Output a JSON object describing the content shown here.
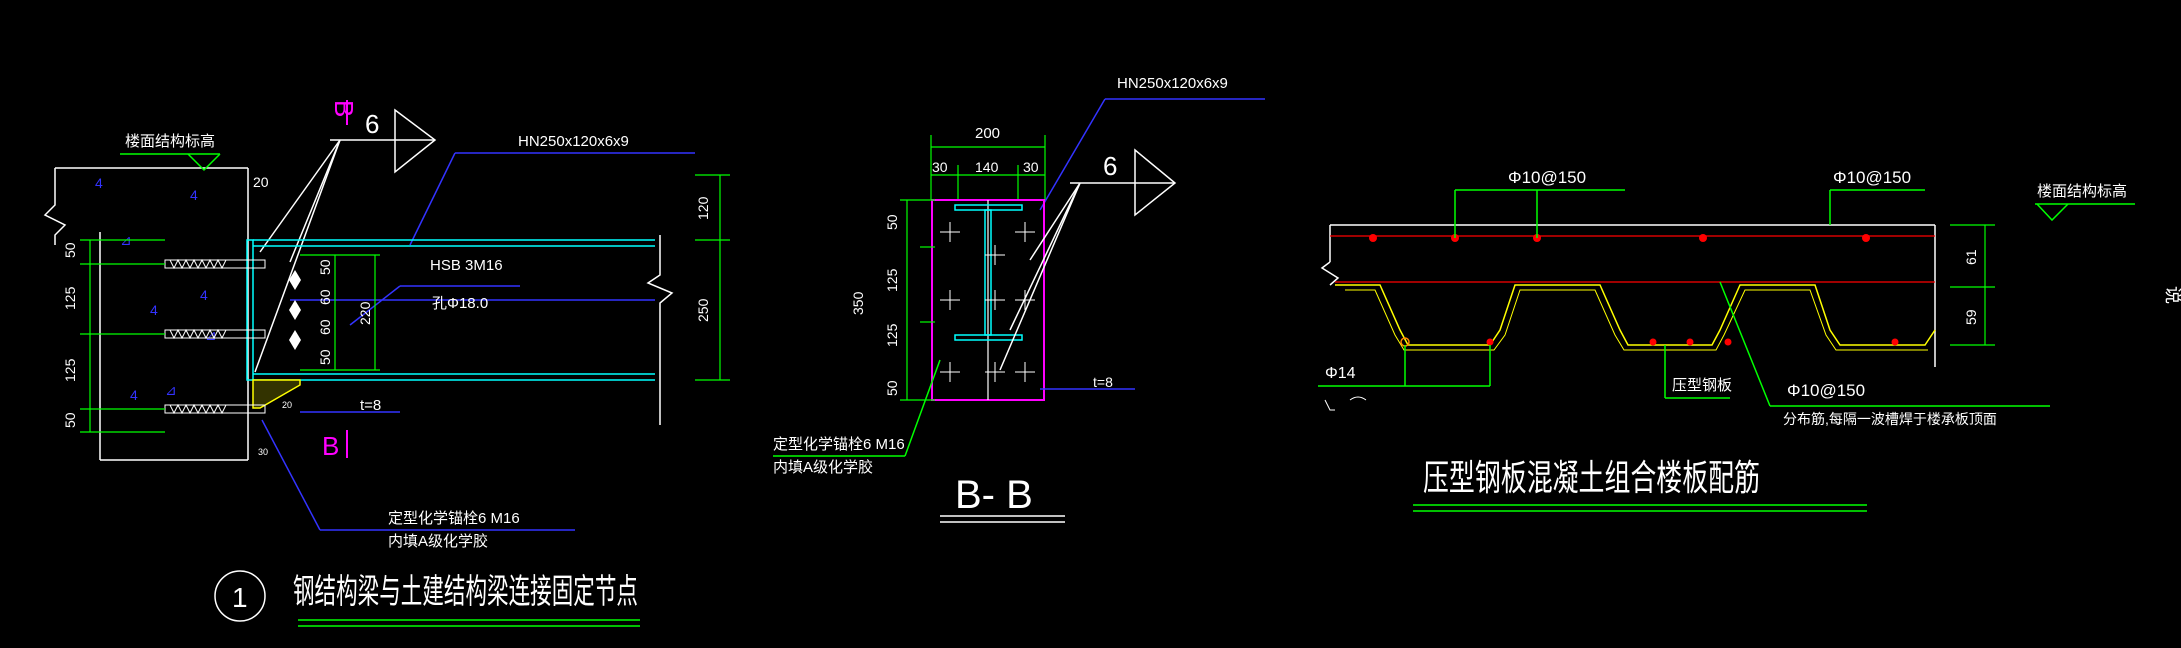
{
  "colors": {
    "background": "#000000",
    "dimension": "#00ff00",
    "leader": "#3333ff",
    "text": "#ffffff",
    "steel": "#00ffff",
    "section_frame": "#ff00ff",
    "rebar": "#ff0000",
    "deck": "#ffff00",
    "title_text": "#ffffff",
    "title_underline": "#00ff00"
  },
  "detail1": {
    "floor_level_label": "楼面结构标高",
    "weld_size": "6",
    "beam_label": "HN250x120x6x9",
    "bolt_label": "HSB 3M16",
    "hole_label": "孔Φ18.0",
    "plate_thk": "t=8",
    "section_mark": "B",
    "anchor_line1": "定型化学锚栓6 M16",
    "anchor_line2": "内填A级化学胶",
    "dims": {
      "top_20": "20",
      "left_50a": "50",
      "left_125a": "125",
      "left_125b": "125",
      "left_50b": "50",
      "mid_50a": "50",
      "mid_60a": "60",
      "mid_60b": "60",
      "mid_50b": "50",
      "mid_220": "220",
      "right_120": "120",
      "right_250": "250",
      "small_20": "20",
      "small_30": "30"
    },
    "title_number": "1",
    "title": "钢结构梁与土建结构梁连接固定节点"
  },
  "detail2": {
    "beam_label": "HN250x120x6x9",
    "weld_size": "6",
    "dims": {
      "total_200": "200",
      "d30a": "30",
      "d140": "140",
      "d30b": "30",
      "h350": "350",
      "v50a": "50",
      "v125a": "125",
      "v125b": "125",
      "v50b": "50"
    },
    "plate_thk": "t=8",
    "anchor_line1": "定型化学锚栓6 M16",
    "anchor_line2": "内填A级化学胶",
    "title": "B- B"
  },
  "detail3": {
    "rebar_top_left": "Φ10@150",
    "rebar_top_right": "Φ10@150",
    "floor_level_label": "楼面结构标高",
    "dim_61": "61",
    "dim_59": "59",
    "rebar_bottom": "Φ14",
    "deck_label": "压型钢板",
    "rebar_dist": "Φ10@150",
    "note": "分布筋,每隔一波槽焊于楼承板顶面",
    "title": "压型钢板混凝土组合楼板配筋",
    "edge_glyph": "说"
  }
}
